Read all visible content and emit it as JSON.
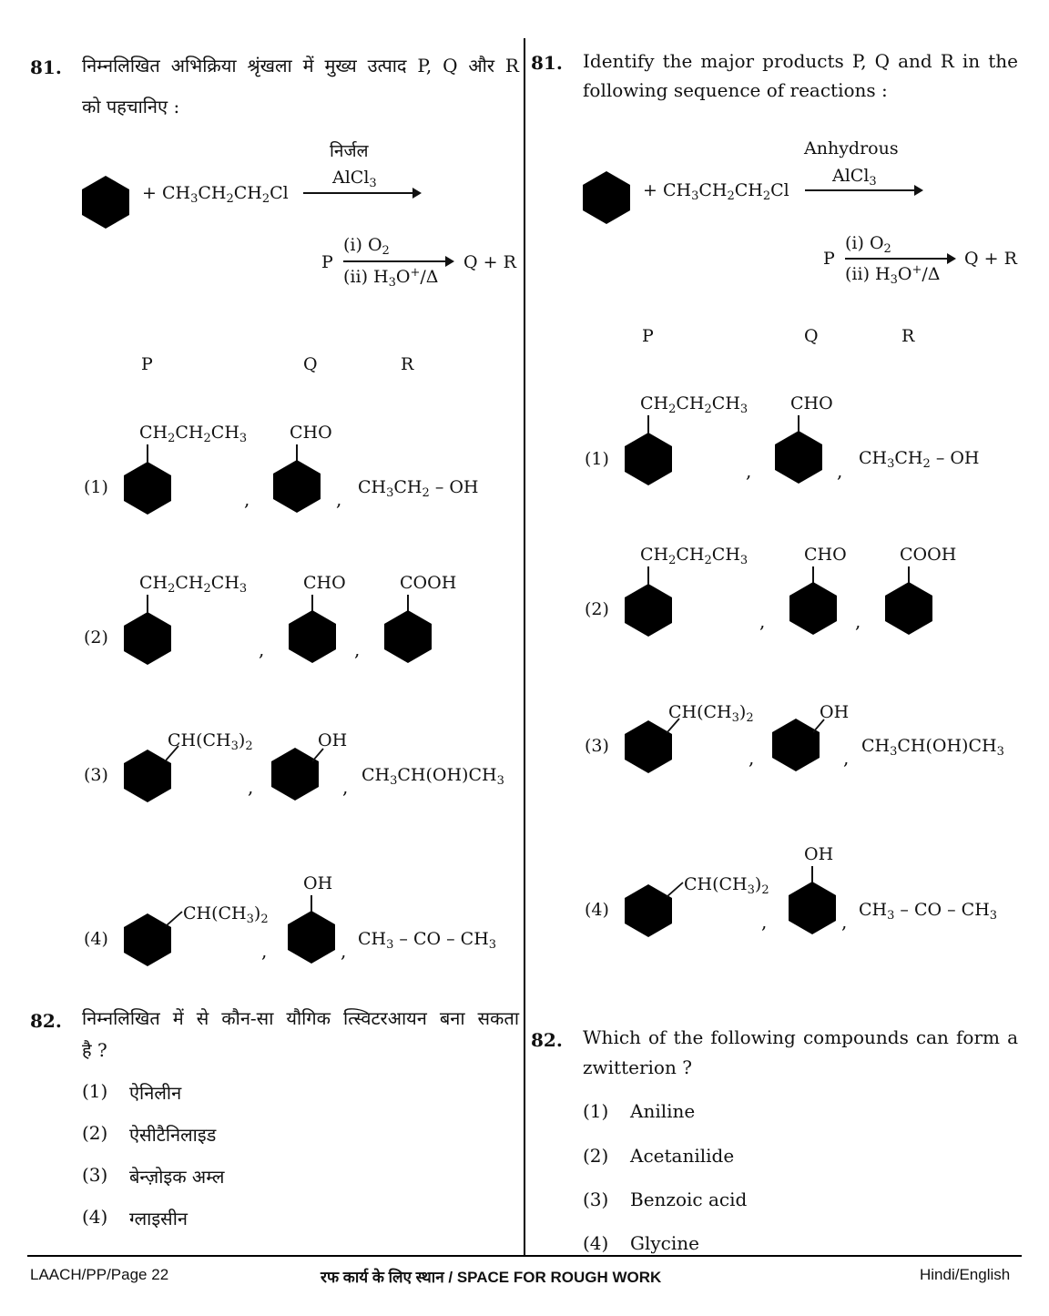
{
  "left": {
    "q81": {
      "number": "81.",
      "text_line1": "निम्नलिखित अभिक्रिया श्रृंखला में मुख्य उत्पाद P, Q और R",
      "text_line2": "को पहचानिए :",
      "reagent_top": "निर्जल",
      "reagent_bottom": "AlCl",
      "step2_p": "P",
      "step2_top": "(i) O",
      "step2_bottom": "(ii) H",
      "step2_product": "Q + R",
      "col_p": "P",
      "col_q": "Q",
      "col_r": "R"
    },
    "q82": {
      "number": "82.",
      "text_line1": "निम्नलिखित में से कौन-सा यौगिक त्स्विटरआयन बना सकता",
      "text_line2": "है ?",
      "options": [
        "ऐनिलीन",
        "ऐसीटैनिलाइड",
        "बेन्ज़ोइक अम्ल",
        "ग्लाइसीन"
      ]
    }
  },
  "right": {
    "q81": {
      "number": "81.",
      "text_line1": "Identify the major products P, Q and R in the",
      "text_line2": "following sequence of reactions :",
      "reagent_top": "Anhydrous",
      "reagent_bottom": "AlCl",
      "step2_p": "P",
      "step2_top": "(i) O",
      "step2_bottom": "(ii) H",
      "step2_product": "Q + R",
      "col_p": "P",
      "col_q": "Q",
      "col_r": "R"
    },
    "q82": {
      "number": "82.",
      "text_line1": "Which of the following compounds can form a",
      "text_line2": "zwitterion ?",
      "options": [
        "Aniline",
        "Acetanilide",
        "Benzoic acid",
        "Glycine"
      ]
    }
  },
  "option_numbers": [
    "(1)",
    "(2)",
    "(3)",
    "(4)"
  ],
  "footer": {
    "left": "LAACH/PP/Page 22",
    "center_hindi": "रफ कार्य के लिए स्थान",
    "center_sep": " / ",
    "center_english": "SPACE FOR ROUGH WORK",
    "right": "Hindi/English"
  }
}
